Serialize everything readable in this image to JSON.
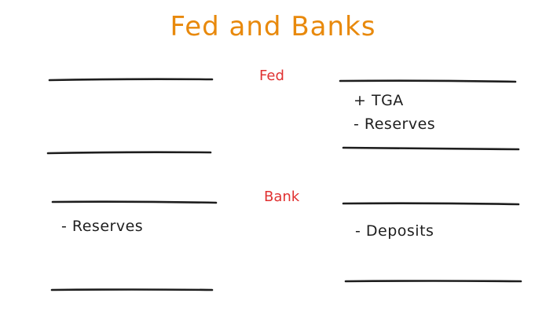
{
  "title": "Fed and Banks",
  "fed": {
    "label": "Fed",
    "assets": [],
    "liabilities": [
      "+ TGA",
      "- Reserves"
    ]
  },
  "bank": {
    "label": "Bank",
    "assets": [
      "- Reserves"
    ],
    "liabilities": [
      "- Deposits"
    ]
  },
  "colors": {
    "title": "#e8890c",
    "section_label": "#e03131",
    "ink": "#1e1e1e"
  }
}
